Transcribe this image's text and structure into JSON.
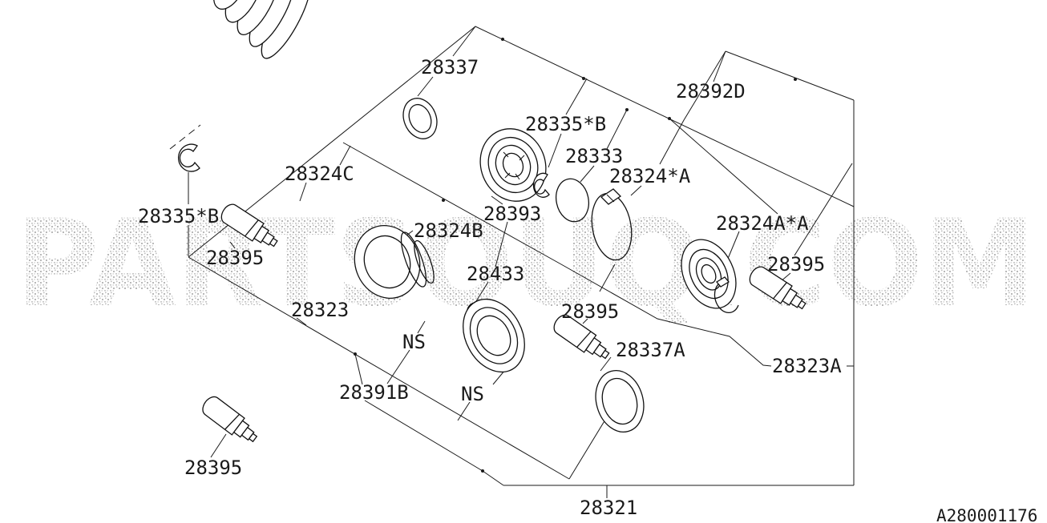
{
  "diagram": {
    "figure_code": "A280001176",
    "watermark": "PARTSOUQ.COM",
    "colors": {
      "background": "#ffffff",
      "line": "#1a1a1a",
      "watermark_gray": "#bdbdbd"
    },
    "labels": {
      "l28337": "28337",
      "l28392d": "28392D",
      "l28335b_right": "28335*B",
      "l28333": "28333",
      "l28324star_a": "28324*A",
      "l28324c": "28324C",
      "l28393": "28393",
      "l28335b_left": "28335*B",
      "l28324a_star_a": "28324A*A",
      "l28324b": "28324B",
      "l28395_mid": "28395",
      "l28395_right": "28395",
      "l28433": "28433",
      "l28323": "28323",
      "l28395_box": "28395",
      "l_ns1": "NS",
      "l28391b": "28391B",
      "l_ns2": "NS",
      "l28337a": "28337A",
      "l28323a": "28323A",
      "l28395_bottomleft": "28395",
      "l28321": "28321"
    }
  }
}
